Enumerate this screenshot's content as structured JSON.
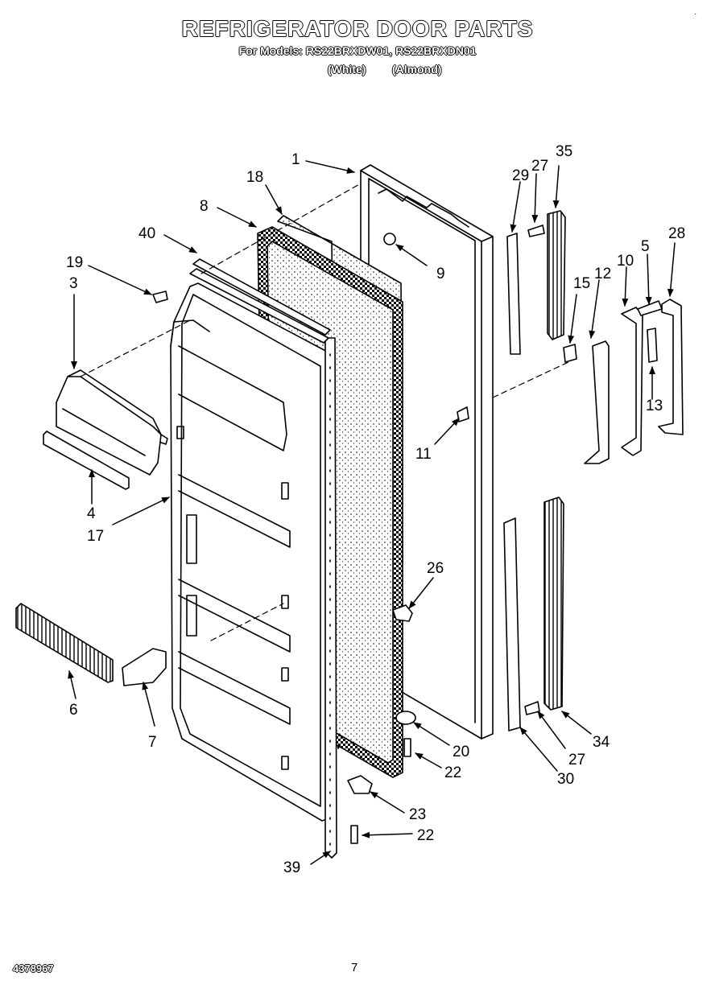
{
  "header": {
    "title": "REFRIGERATOR DOOR PARTS",
    "models_line": "For Models: RS22BRXDW01, RS22BRXDN01",
    "color_white": "(White)",
    "color_almond": "(Almond)"
  },
  "footer": {
    "doc_number": "4378967",
    "page_number": "7",
    "corner_mark": "·"
  },
  "callouts": {
    "c1": "1",
    "c18": "18",
    "c8": "8",
    "c40": "40",
    "c19": "19",
    "c3": "3",
    "c9": "9",
    "c29": "29",
    "c27a": "27",
    "c35": "35",
    "c28": "28",
    "c5": "5",
    "c10": "10",
    "c12": "12",
    "c15": "15",
    "c13": "13",
    "c11": "11",
    "c4": "4",
    "c17": "17",
    "c26": "26",
    "c6": "6",
    "c7": "7",
    "c20": "20",
    "c22a": "22",
    "c23": "23",
    "c22b": "22",
    "c39": "39",
    "c34": "34",
    "c27b": "27",
    "c30": "30"
  }
}
